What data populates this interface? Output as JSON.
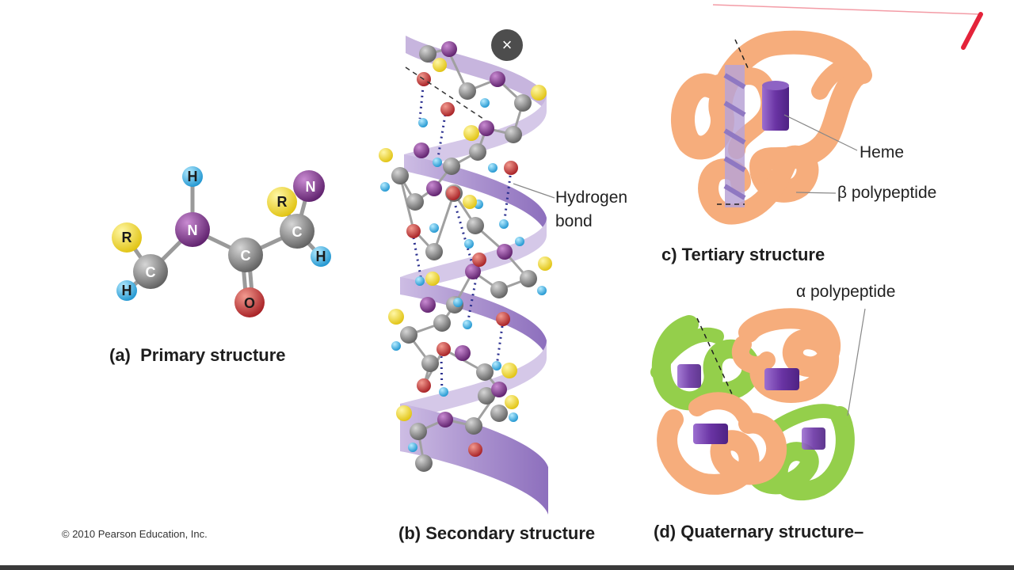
{
  "close_button": {
    "glyph": "×"
  },
  "primary": {
    "caption_letter": "(a)",
    "caption_text": "Primary structure",
    "atoms": {
      "h_top": "H",
      "n": "N",
      "r_left": "R",
      "c_left": "C",
      "h_left": "H",
      "c_mid": "C",
      "o": "O",
      "r_right": "R",
      "n_right": "N",
      "c_right": "C",
      "h_right": "H"
    }
  },
  "secondary": {
    "caption_text": "(b) Secondary structure",
    "callout": "Hydrogen bond"
  },
  "tertiary": {
    "caption_text": "c) Tertiary structure",
    "heme_label": "Heme",
    "beta_label": "β polypeptide"
  },
  "quaternary": {
    "caption_text": "(d) Quaternary structure–",
    "alpha_label": "α polypeptide"
  },
  "copyright": "© 2010 Pearson Education, Inc.",
  "colors": {
    "carbon": "#8a8a8a",
    "nitrogen": "#8a3c96",
    "oxygen": "#d0383a",
    "hydrogen": "#2ab2e6",
    "r_group": "#f3dc2c",
    "ribbon": "#b9a3d6",
    "beta_chain": "#f6ad7c",
    "alpha_chain": "#94cf4b",
    "heme": "#7b4bb0",
    "annotation_red": "#e4233a"
  }
}
